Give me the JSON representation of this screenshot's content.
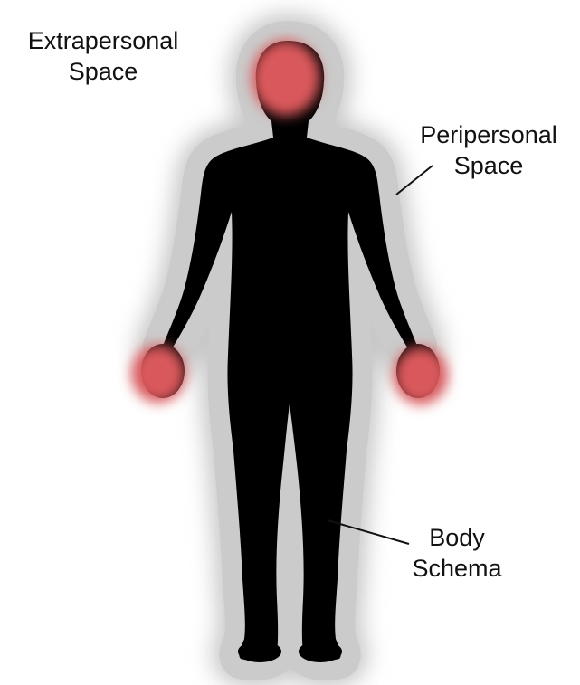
{
  "labels": {
    "extrapersonal": {
      "line1": "Extrapersonal",
      "line2": "Space"
    },
    "peripersonal": {
      "line1": "Peripersonal",
      "line2": "Space"
    },
    "body_schema": {
      "line1": "Body",
      "line2": "Schema"
    }
  },
  "colors": {
    "aura": "#c8c8c8",
    "body": "#000000",
    "highlight": "#d9585c",
    "text": "#111111",
    "background": "#ffffff"
  }
}
